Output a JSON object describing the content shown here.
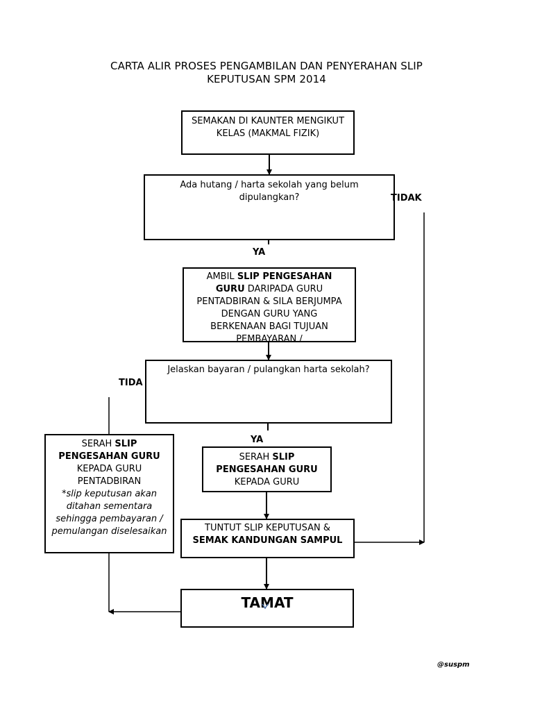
{
  "title": {
    "line1": "CARTA ALIR PROSES PENGAMBILAN DAN PENYERAHAN SLIP",
    "line2": "KEPUTUSAN SPM 2014"
  },
  "box1": {
    "text": "SEMAKAN DI KAUNTER MENGIKUT KELAS (MAKMAL FIZIK)"
  },
  "decision1": {
    "text": "Ada hutang / harta sekolah yang belum dipulangkan?"
  },
  "box2": {
    "prefix": "AMBIL ",
    "bold": "SLIP PENGESAHAN GURU",
    "suffix": " DARIPADA GURU PENTADBIRAN & SILA BERJUMPA DENGAN GURU YANG BERKENAAN BAGI TUJUAN PEMBAYARAN /"
  },
  "decision2": {
    "text": "Jelaskan bayaran / pulangkan harta sekolah?"
  },
  "box_left": {
    "prefix": "SERAH ",
    "bold": "SLIP PENGESAHAN GURU",
    "suffix": " KEPADA GURU PENTADBIRAN",
    "note": "*slip keputusan akan ditahan sementara sehingga pembayaran / pemulangan diselesaikan"
  },
  "box3": {
    "prefix": "SERAH ",
    "bold": "SLIP PENGESAHAN GURU",
    "suffix": " KEPADA GURU"
  },
  "box4": {
    "prefix": "TUNTUT SLIP KEPUTUSAN & ",
    "bold": "SEMAK KANDUNGAN SAMPUL"
  },
  "end_box": {
    "text": "TAMAT"
  },
  "labels": {
    "tidak_1": "TIDAK",
    "ya_1": "YA",
    "tidak_2": "TIDA",
    "ya_2": "YA"
  },
  "credit": "@suspm"
}
